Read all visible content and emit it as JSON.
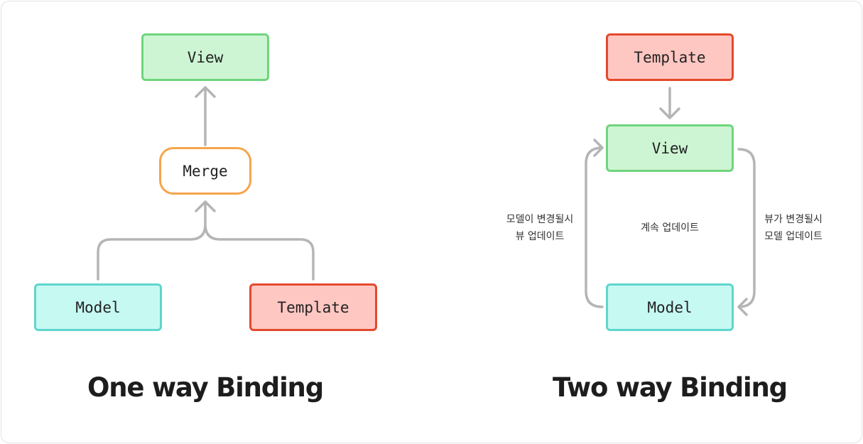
{
  "one_way": {
    "title": "One way Binding",
    "view": "View",
    "merge": "Merge",
    "model": "Model",
    "template": "Template"
  },
  "two_way": {
    "title": "Two way Binding",
    "template": "Template",
    "view": "View",
    "model": "Model",
    "left_note_line1": "모델이 변경될시",
    "left_note_line2": "뷰 업데이트",
    "center_note": "계속 업데이트",
    "right_note_line1": "뷰가 변경될시",
    "right_note_line2": "모델 업데이트"
  },
  "colors": {
    "green_fill": "#cdf5d3",
    "green_border": "#6fd57d",
    "red_fill": "#ffc7c2",
    "red_border": "#e34a2c",
    "cyan_fill": "#c7f9f3",
    "cyan_border": "#5fd6cc",
    "orange_border": "#f5a54c",
    "arrow": "#b5b5b5"
  }
}
